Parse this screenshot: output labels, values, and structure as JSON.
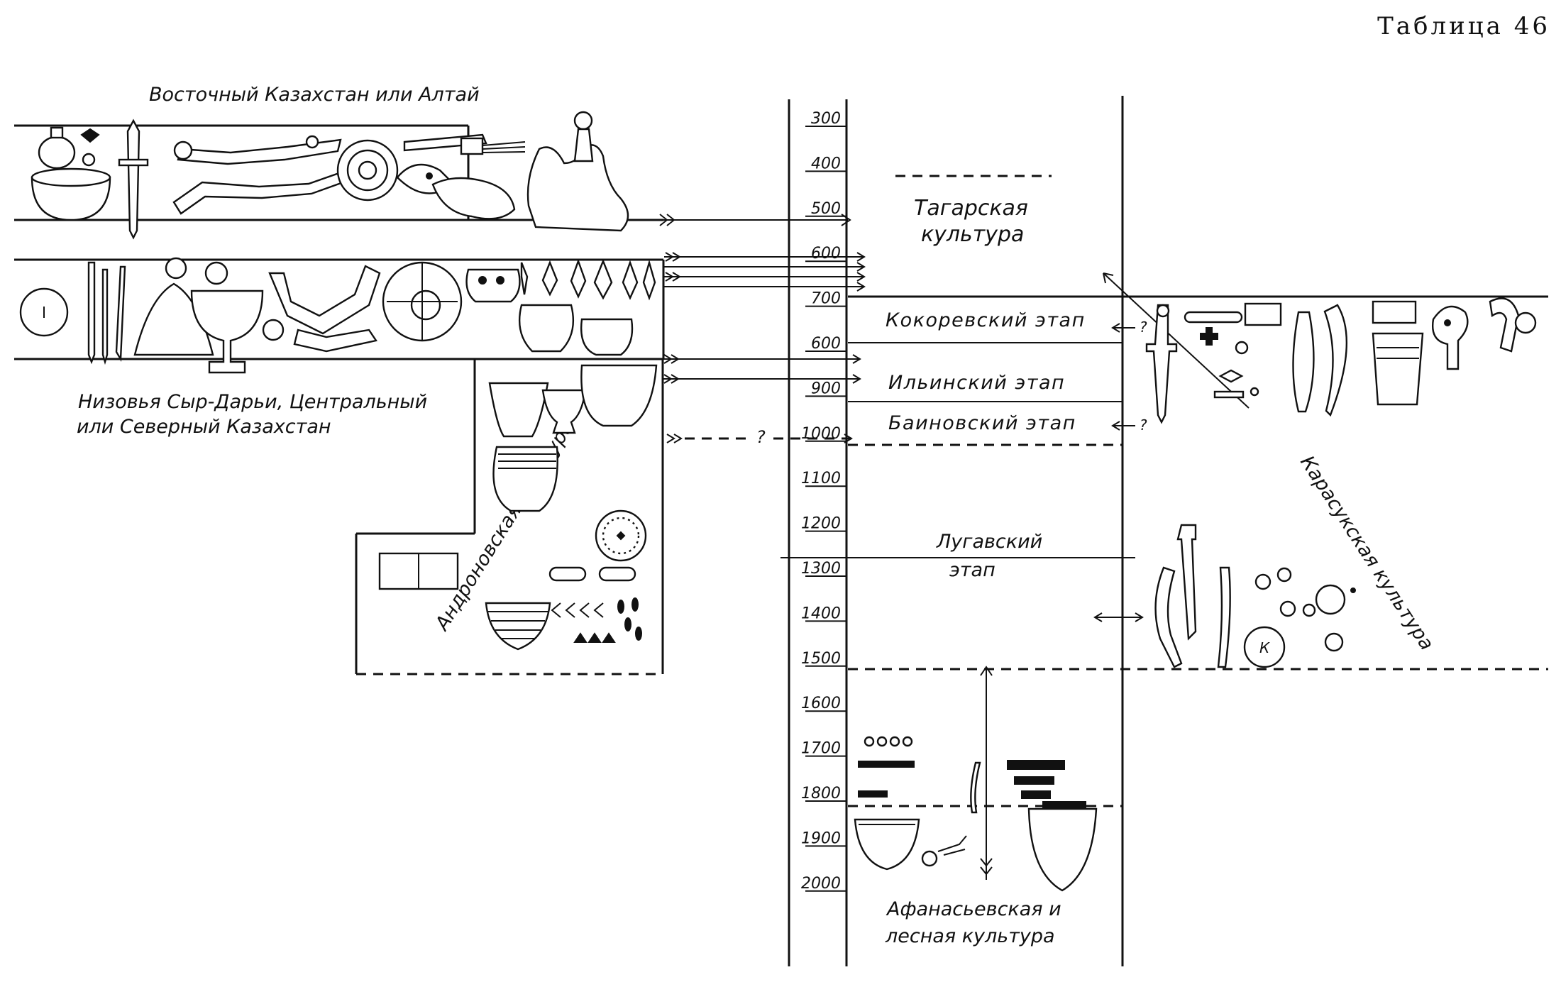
{
  "title": "Таблица 46",
  "regions": {
    "east": "Восточный Казахстан или Алтай",
    "syr_darya_line1": "Низовья Сыр-Дарьи, Центральный",
    "syr_darya_line2": "или Северный Казахстан",
    "andronovo": "Андроновская культура"
  },
  "cultures": {
    "tagar_line1": "Тагарская",
    "tagar_line2": "культура",
    "karasuk": "Карасукская культура",
    "afanasievo_line1": "Афанасьевская и",
    "afanasievo_line2": "лесная культура"
  },
  "stages": {
    "kokorevo": "Кокоревский этап",
    "ilinsky": "Ильинский этап",
    "bainovsky": "Баиновский этап",
    "lugavsky_line1": "Лугавский",
    "lugavsky_line2": "этап"
  },
  "timeline_ticks": [
    "300",
    "400",
    "500",
    "600",
    "700",
    "600",
    "900",
    "1000",
    "1100",
    "1200",
    "1300",
    "1400",
    "1500",
    "1600",
    "1700",
    "1800",
    "1900",
    "2000"
  ],
  "markers": {
    "question": "?",
    "k_letter": "К"
  }
}
